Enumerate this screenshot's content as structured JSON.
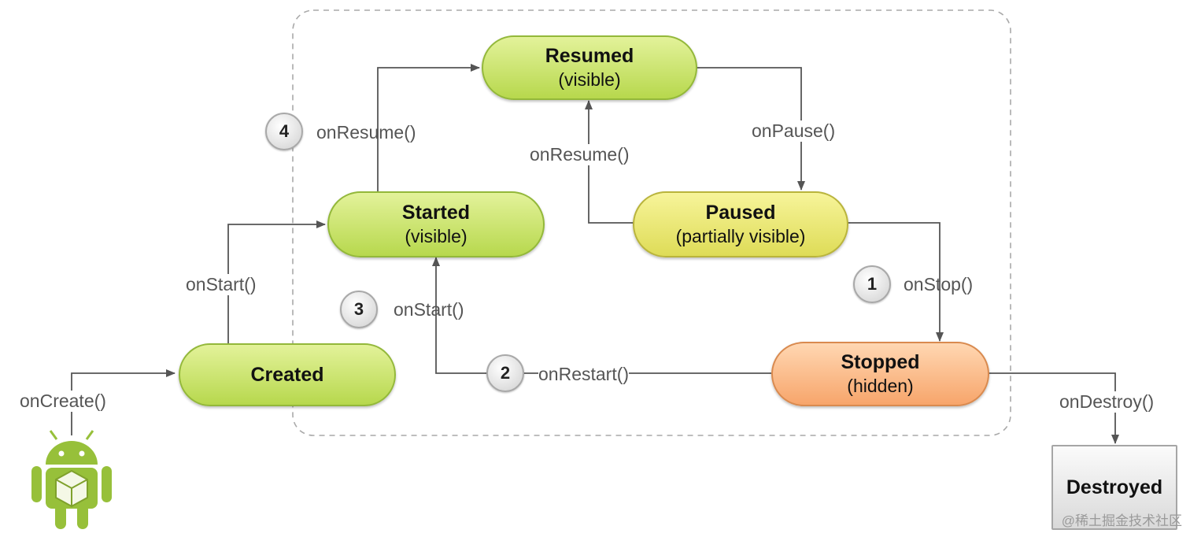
{
  "states": {
    "created": {
      "name": "Created",
      "sub": ""
    },
    "started": {
      "name": "Started",
      "sub": "(visible)"
    },
    "resumed": {
      "name": "Resumed",
      "sub": "(visible)"
    },
    "paused": {
      "name": "Paused",
      "sub": "(partially visible)"
    },
    "stopped": {
      "name": "Stopped",
      "sub": "(hidden)"
    },
    "destroyed": {
      "name": "Destroyed"
    }
  },
  "transitions": {
    "on_create": "onCreate()",
    "on_start_1": "onStart()",
    "on_start_2": "onStart()",
    "on_resume_1": "onResume()",
    "on_resume_2": "onResume()",
    "on_pause": "onPause()",
    "on_stop": "onStop()",
    "on_restart": "onRestart()",
    "on_destroy": "onDestroy()"
  },
  "steps": {
    "s1": "1",
    "s2": "2",
    "s3": "3",
    "s4": "4"
  },
  "watermark": "@稀土掘金技术社区",
  "colors": {
    "green": "#b7d84d",
    "yellow": "#dedc57",
    "orange": "#f7a56b",
    "android": "#97c03a",
    "line": "#555555"
  },
  "icons": {
    "android": "android-robot-icon"
  }
}
